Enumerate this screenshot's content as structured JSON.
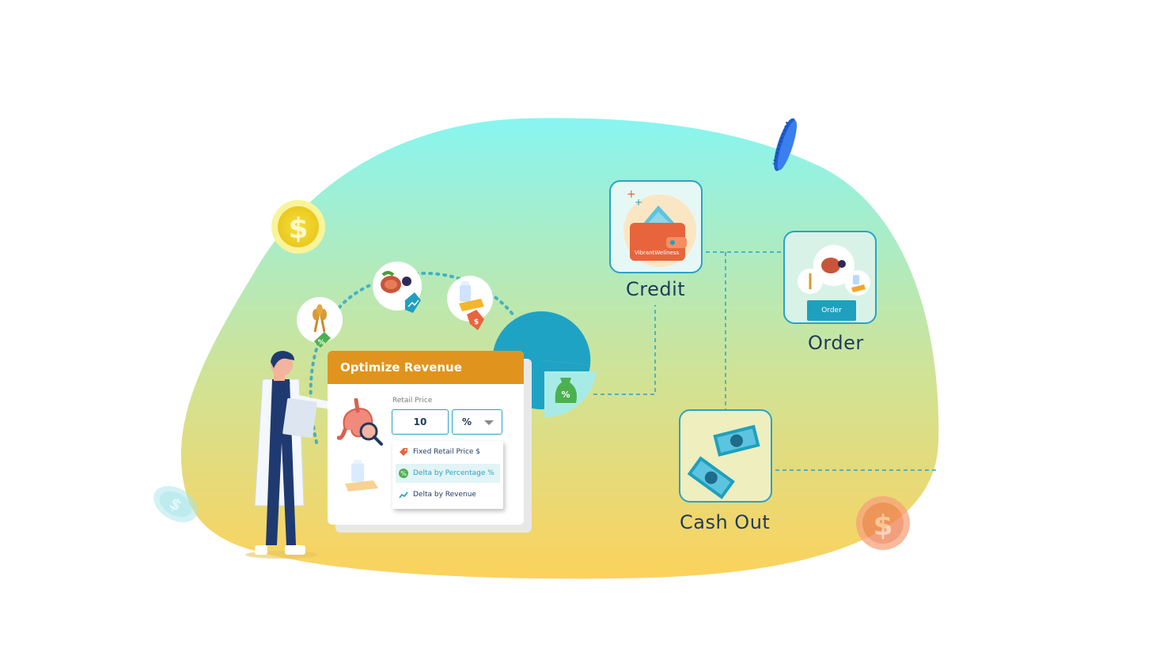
{
  "panel": {
    "title": "Optimize Revenue",
    "field_label": "Retail Price",
    "price_value": "10",
    "unit_value": "%",
    "options": [
      {
        "label": "Fixed Retail Price $",
        "selected": false
      },
      {
        "label": "Delta by Percentage %",
        "selected": true
      },
      {
        "label": "Delta by Revenue",
        "selected": false
      }
    ]
  },
  "nodes": {
    "credit": "Credit",
    "order": "Order",
    "order_button": "Order",
    "cash_out": "Cash Out",
    "wallet_brand": "VibrantWellness"
  },
  "icons": {
    "coin": "dollar-coin-icon",
    "wheat": "wheat-icon",
    "meat": "meat-icon",
    "dairy": "dairy-icon",
    "money_bag": "money-bag-icon",
    "stomach": "stomach-icon"
  },
  "colors": {
    "accent": "#2aa3c4",
    "header": "#e0941e",
    "text_dark": "#1e3a5f",
    "blob_top": "#88f5f1",
    "blob_bottom": "#fcd25c"
  }
}
